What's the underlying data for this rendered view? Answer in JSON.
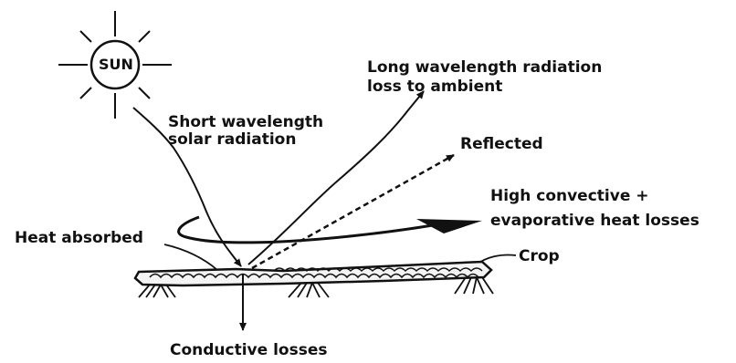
{
  "sun": {
    "label": "SUN"
  },
  "labels": {
    "short_wave_1": "Short wavelength",
    "short_wave_2": "solar radiation",
    "long_wave_1": "Long wavelength radiation",
    "long_wave_2": "loss to ambient",
    "reflected": "Reflected",
    "convective_1": "High convective +",
    "convective_2": "evaporative heat losses",
    "heat_absorbed": "Heat absorbed",
    "crop": "Crop",
    "conductive": "Conductive losses"
  },
  "colors": {
    "ink": "#111111",
    "background": "#ffffff"
  }
}
